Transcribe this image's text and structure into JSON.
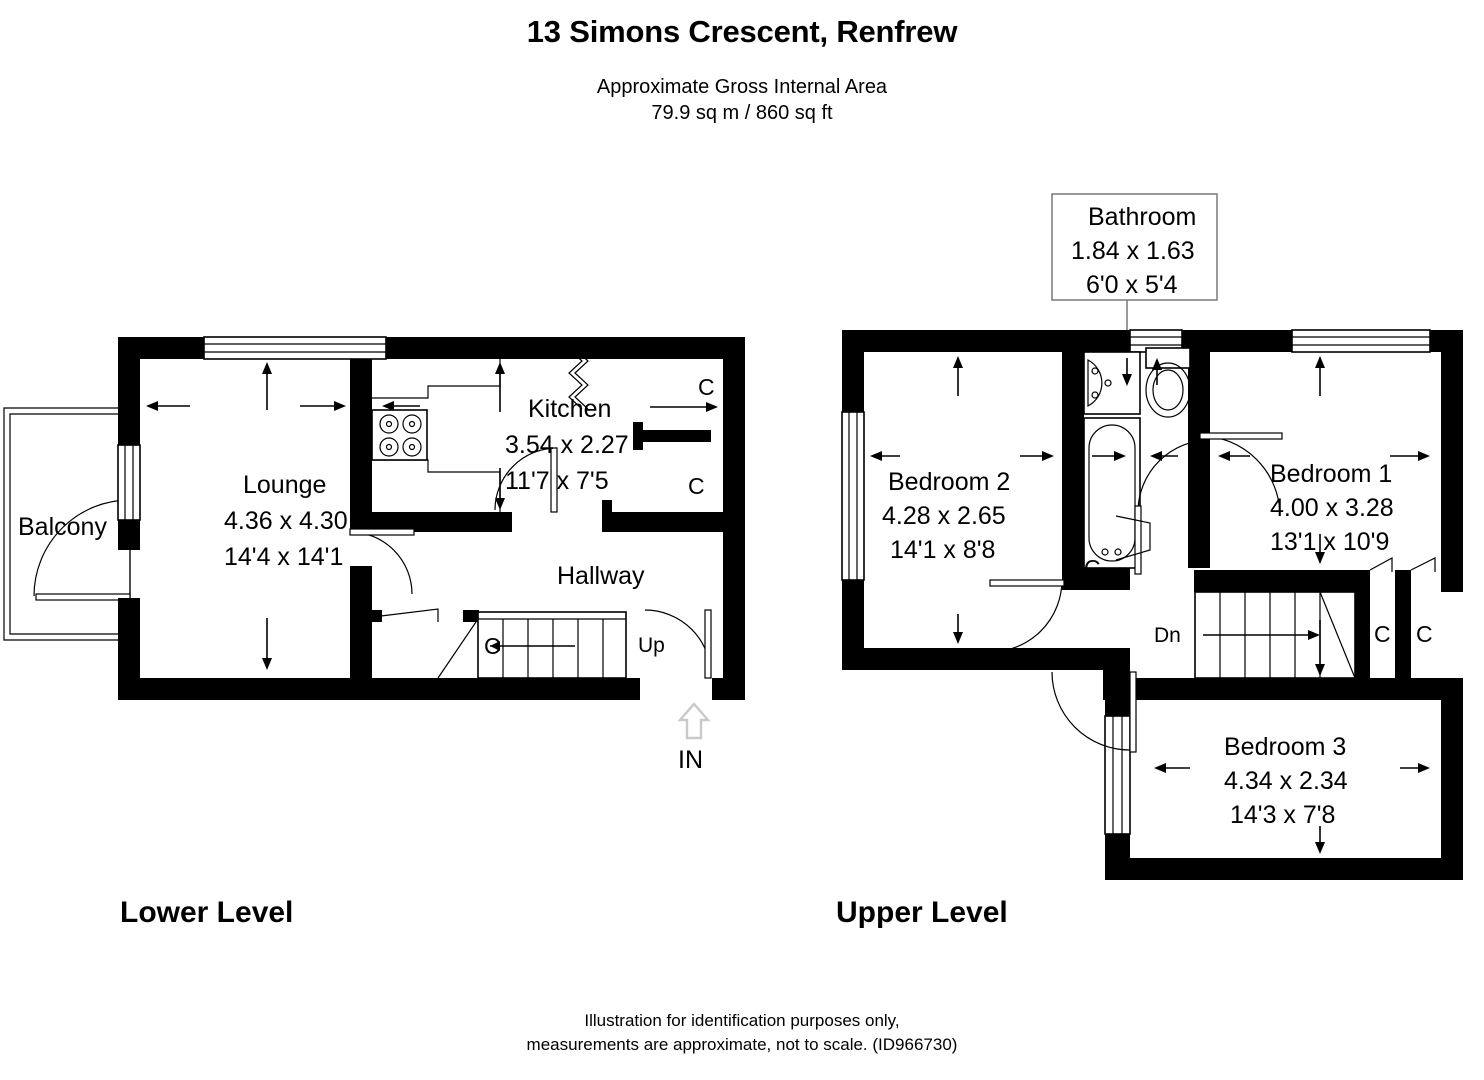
{
  "header": {
    "title": "13 Simons Crescent, Renfrew",
    "area_label": "Approximate Gross Internal Area",
    "area_value": "79.9 sq m / 860 sq ft"
  },
  "levels": {
    "lower_caption": "Lower Level",
    "upper_caption": "Upper Level"
  },
  "footer": {
    "line1": "Illustration for identification purposes only,",
    "line2": "measurements are approximate, not to scale. (ID966730)"
  },
  "lower_level": {
    "rooms": [
      {
        "key": "balcony",
        "name": "Balcony",
        "metric": "",
        "imperial": ""
      },
      {
        "key": "lounge",
        "name": "Lounge",
        "metric": "4.36 x 4.30",
        "imperial": "14'4 x 14'1"
      },
      {
        "key": "kitchen",
        "name": "Kitchen",
        "metric": "3.54 x 2.27",
        "imperial": "11'7 x 7'5"
      },
      {
        "key": "hallway",
        "name": "Hallway",
        "metric": "",
        "imperial": ""
      }
    ],
    "cupboards": [
      "C",
      "C",
      "C"
    ],
    "stair_label": "Up",
    "entry_label": "IN"
  },
  "upper_level": {
    "rooms": [
      {
        "key": "bathroom",
        "name": "Bathroom",
        "metric": "1.84 x 1.63",
        "imperial": "6'0 x 5'4"
      },
      {
        "key": "bedroom2",
        "name": "Bedroom 2",
        "metric": "4.28 x 2.65",
        "imperial": "14'1 x 8'8"
      },
      {
        "key": "bedroom1",
        "name": "Bedroom 1",
        "metric": "4.00 x 3.28",
        "imperial": "13'1 x 10'9"
      },
      {
        "key": "bedroom3",
        "name": "Bedroom 3",
        "metric": "4.34 x 2.34",
        "imperial": "14'3 x 7'8"
      }
    ],
    "cupboards": [
      "C",
      "C",
      "C"
    ],
    "stair_label": "Dn"
  },
  "colors": {
    "wall": "#000000",
    "background": "#ffffff",
    "callout_border": "#808080",
    "in_arrow": "#c9c9c9"
  }
}
